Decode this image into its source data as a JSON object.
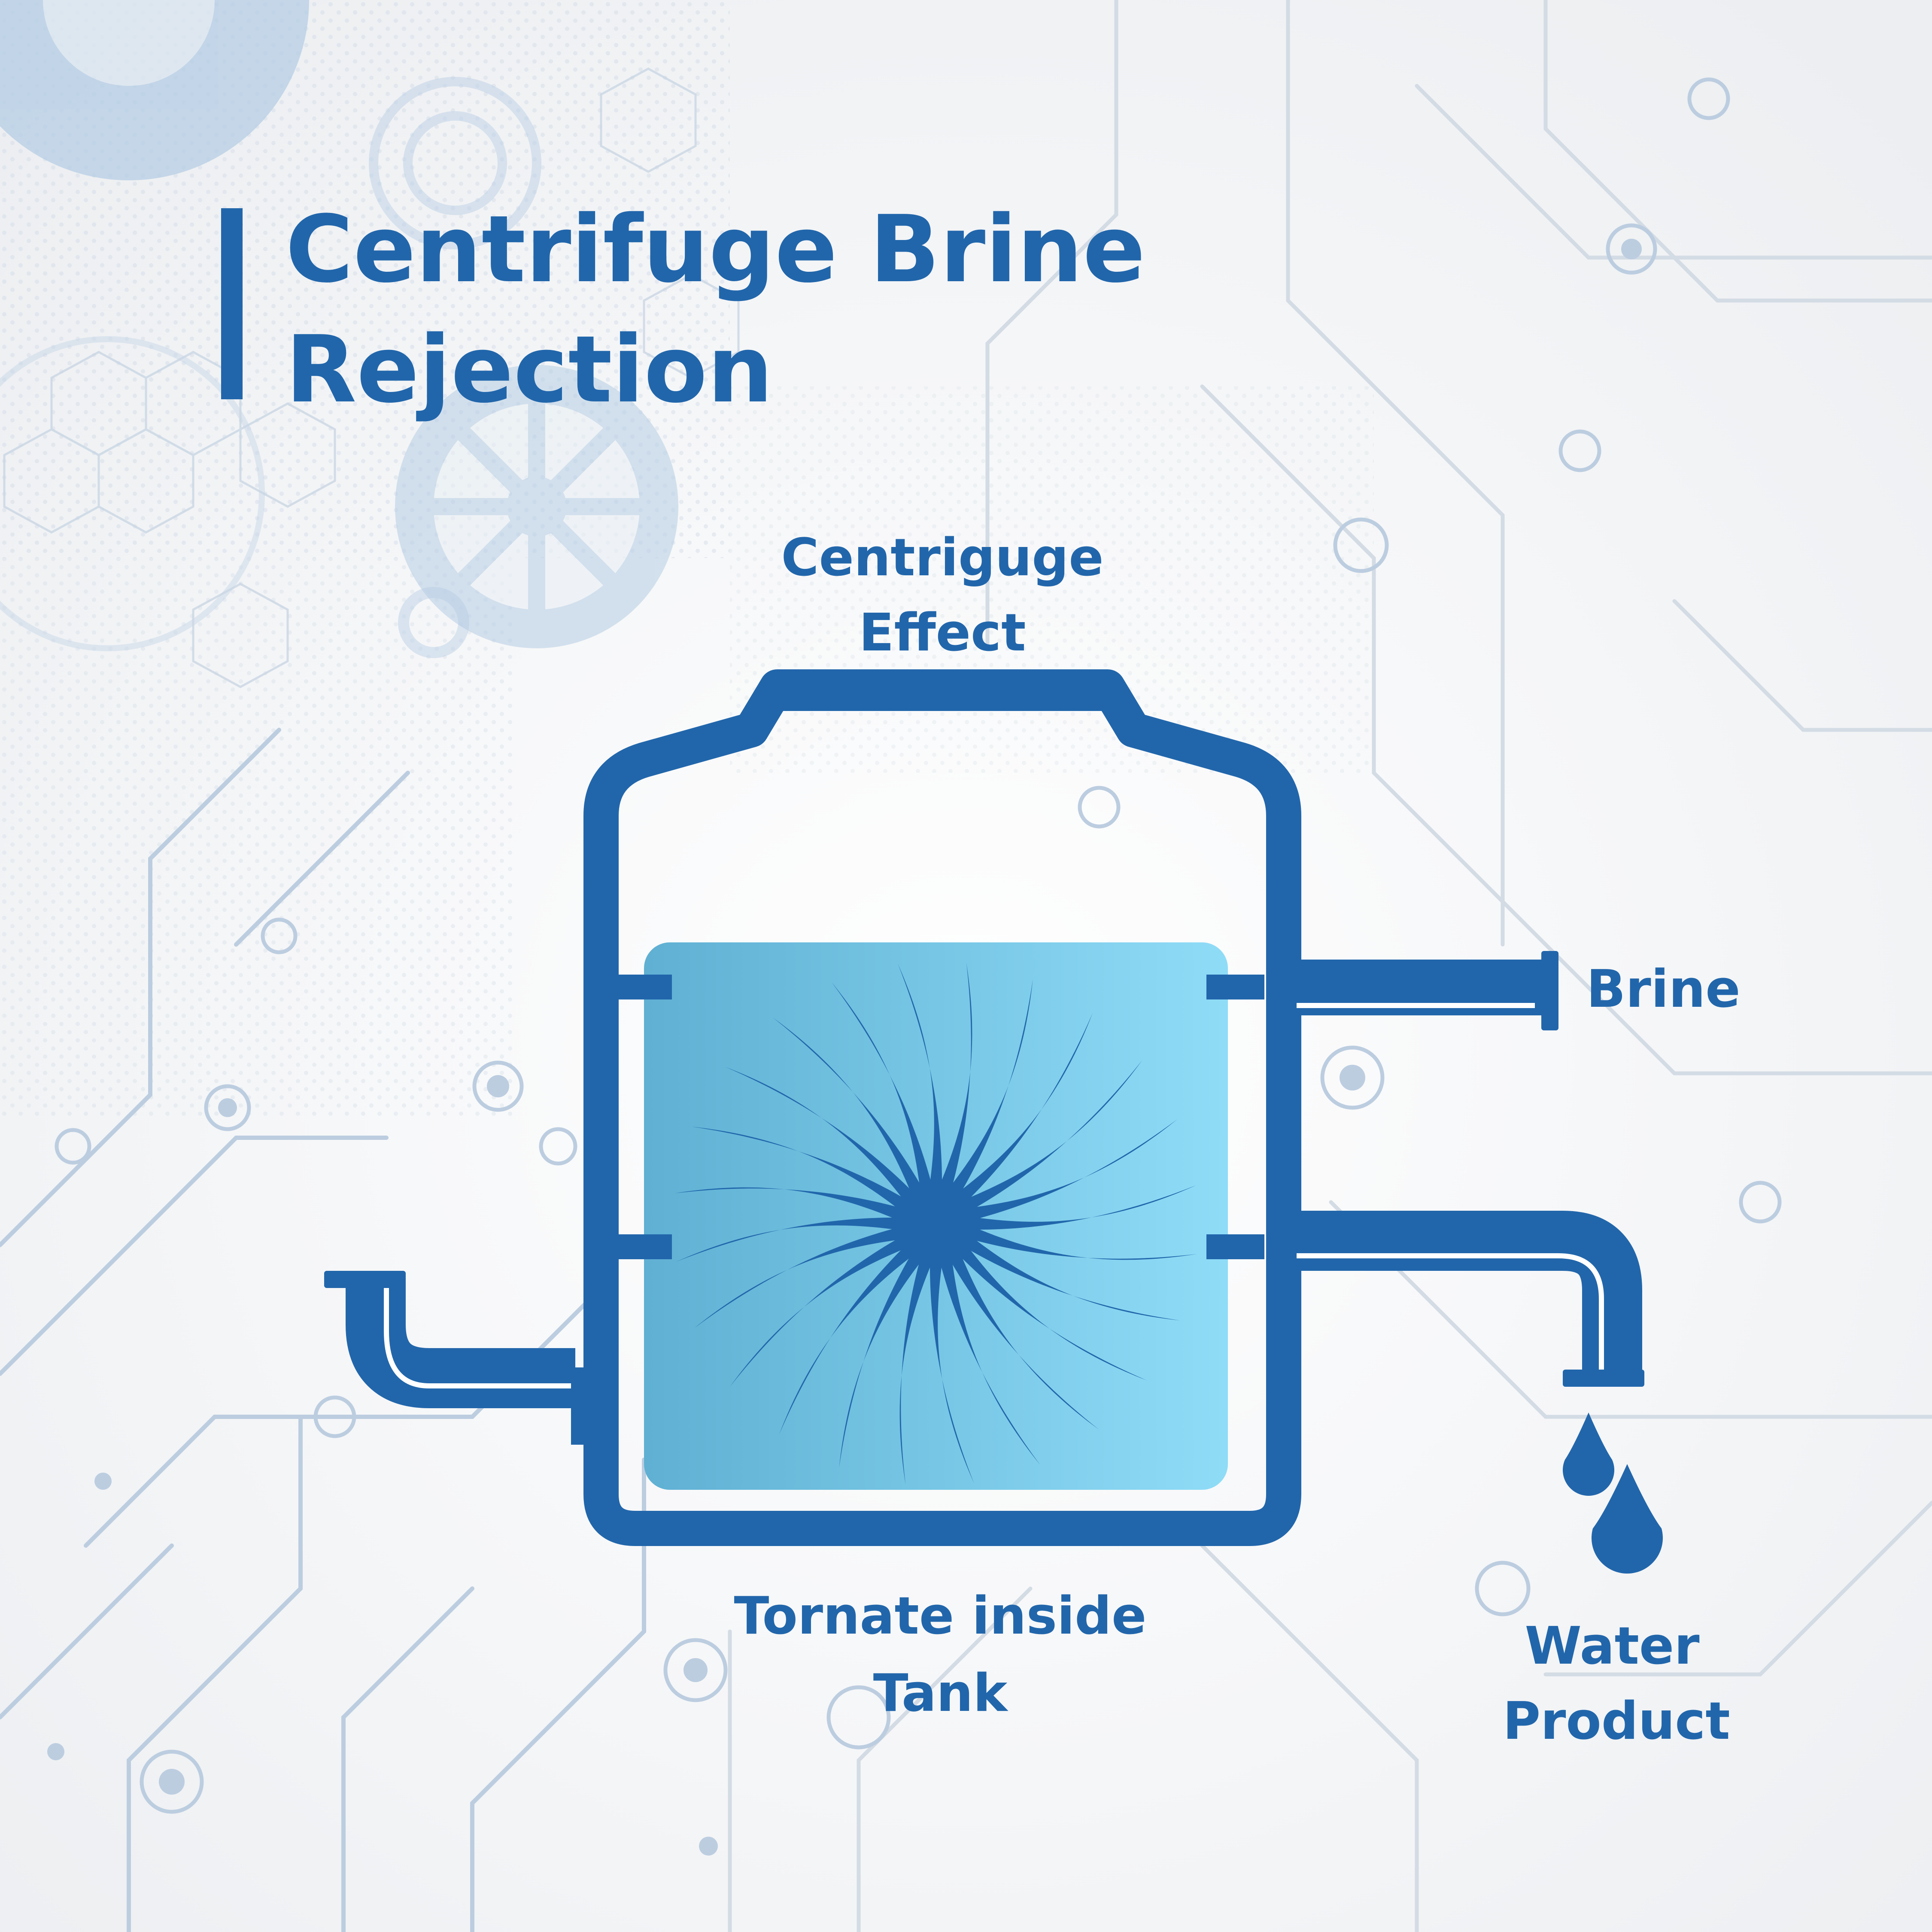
{
  "title": {
    "line1": "Centrifuge Brine",
    "line2": "Rejection"
  },
  "labels": {
    "top_line1": "Centriguge",
    "top_line2": "Effect",
    "brine": "Brine",
    "bottom_line1": "Tornate inside",
    "bottom_line2": "Tank",
    "water_line1": "Water",
    "water_line2": "Product"
  },
  "colors": {
    "primary": "#2166ab",
    "liquid_left": "#5fb0d3",
    "liquid_right": "#8fdcf7",
    "background": "#f3f4f6",
    "pattern": "#c9d8e8"
  },
  "icons": {
    "swirl": "swirl-icon",
    "drop": "water-drop-icon",
    "gear": "gear-icon"
  }
}
